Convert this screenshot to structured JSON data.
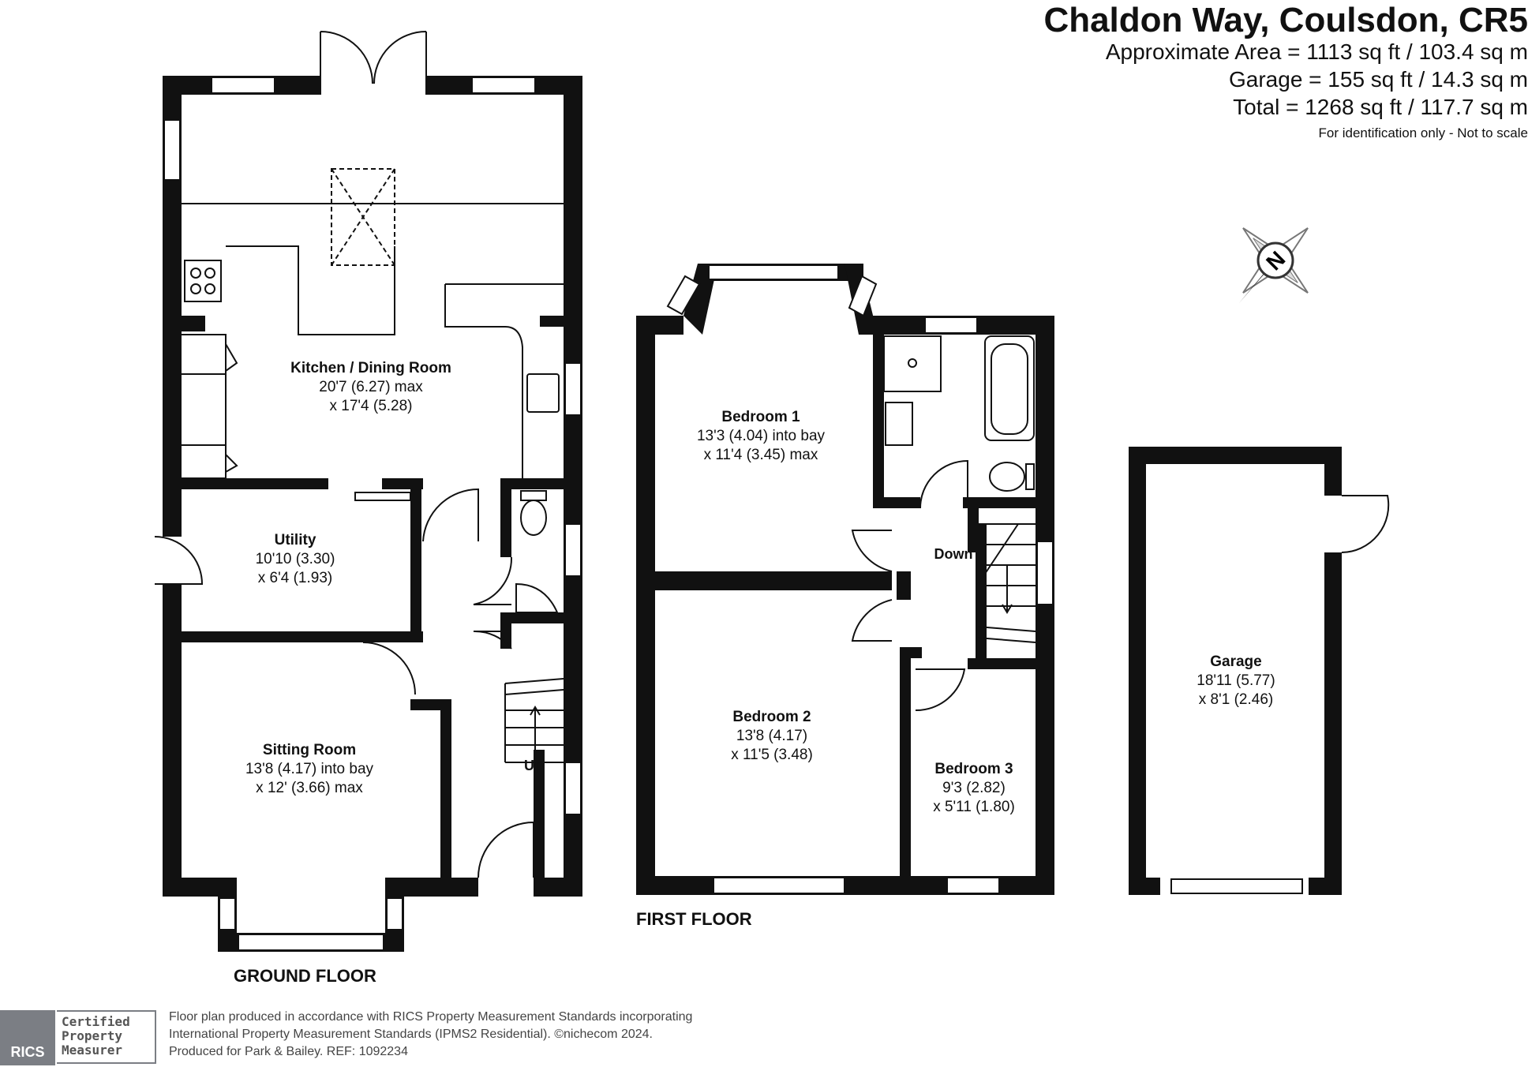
{
  "header": {
    "title": "Chaldon Way, Coulsdon, CR5",
    "approx_area": "Approximate Area = 1113 sq ft / 103.4 sq m",
    "garage_area": "Garage = 155 sq ft / 14.3 sq m",
    "total_area": "Total = 1268 sq ft / 117.7 sq m",
    "scale_note": "For identification only - Not to scale"
  },
  "compass": {
    "label": "N"
  },
  "floors": {
    "ground": "GROUND FLOOR",
    "first": "FIRST FLOOR"
  },
  "rooms": {
    "kitchen": {
      "name": "Kitchen / Dining Room",
      "dim1": "20'7 (6.27) max",
      "dim2": "x 17'4 (5.28)"
    },
    "utility": {
      "name": "Utility",
      "dim1": "10'10 (3.30)",
      "dim2": "x 6'4 (1.93)"
    },
    "sitting": {
      "name": "Sitting Room",
      "dim1": "13'8 (4.17) into bay",
      "dim2": "x 12' (3.66) max"
    },
    "bedroom1": {
      "name": "Bedroom 1",
      "dim1": "13'3 (4.04) into bay",
      "dim2": "x 11'4 (3.45) max"
    },
    "bedroom2": {
      "name": "Bedroom 2",
      "dim1": "13'8 (4.17)",
      "dim2": "x 11'5 (3.48)"
    },
    "bedroom3": {
      "name": "Bedroom 3",
      "dim1": "9'3 (2.82)",
      "dim2": "x 5'11 (1.80)"
    },
    "garage": {
      "name": "Garage",
      "dim1": "18'11 (5.77)",
      "dim2": "x 8'1 (2.46)"
    }
  },
  "stairs": {
    "up": "Up",
    "down": "Down"
  },
  "footer": {
    "line1": "Floor plan produced in accordance with RICS Property Measurement Standards incorporating",
    "line2": "International Property Measurement Standards (IPMS2 Residential).  ©nichecom 2024.",
    "line3": "Produced for Park & Bailey.   REF:  1092234"
  },
  "rics": {
    "badge": "RICS",
    "cert1": "Certified",
    "cert2": "Property",
    "cert3": "Measurer"
  }
}
